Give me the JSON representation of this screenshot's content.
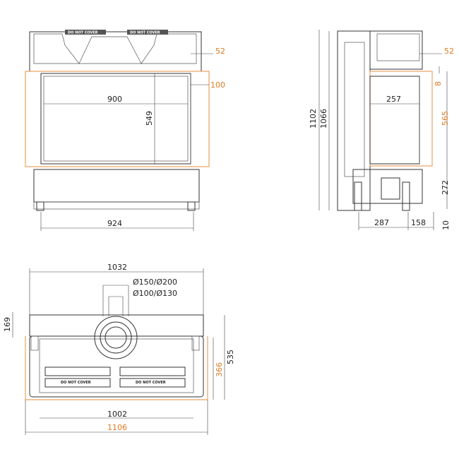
{
  "colors": {
    "line": "#333333",
    "accent": "#e8a262",
    "accent_text": "#e07a20"
  },
  "front": {
    "width_inner": "900",
    "height_inner": "549",
    "width_base": "924",
    "top_offset": "52",
    "side_offset": "100",
    "warning_left": "DO NOT COVER",
    "warning_right": "DO NOT COVER"
  },
  "side": {
    "total_height": "1102",
    "body_height": "1066",
    "top_offset": "52",
    "gap": "8",
    "depth_opening": "257",
    "height_opening": "565",
    "height_base": "272",
    "depth_body": "287",
    "depth_front": "158",
    "foot": "10"
  },
  "top": {
    "width_outer": "1032",
    "flue_outer": "Ø150/Ø200",
    "flue_inner": "Ø100/Ø130",
    "rear_depth": "169",
    "total_depth": "535",
    "front_depth": "366",
    "width_inner": "1002",
    "width_total": "1106",
    "warning_left": "DO NOT COVER",
    "warning_right": "DO NOT COVER"
  }
}
